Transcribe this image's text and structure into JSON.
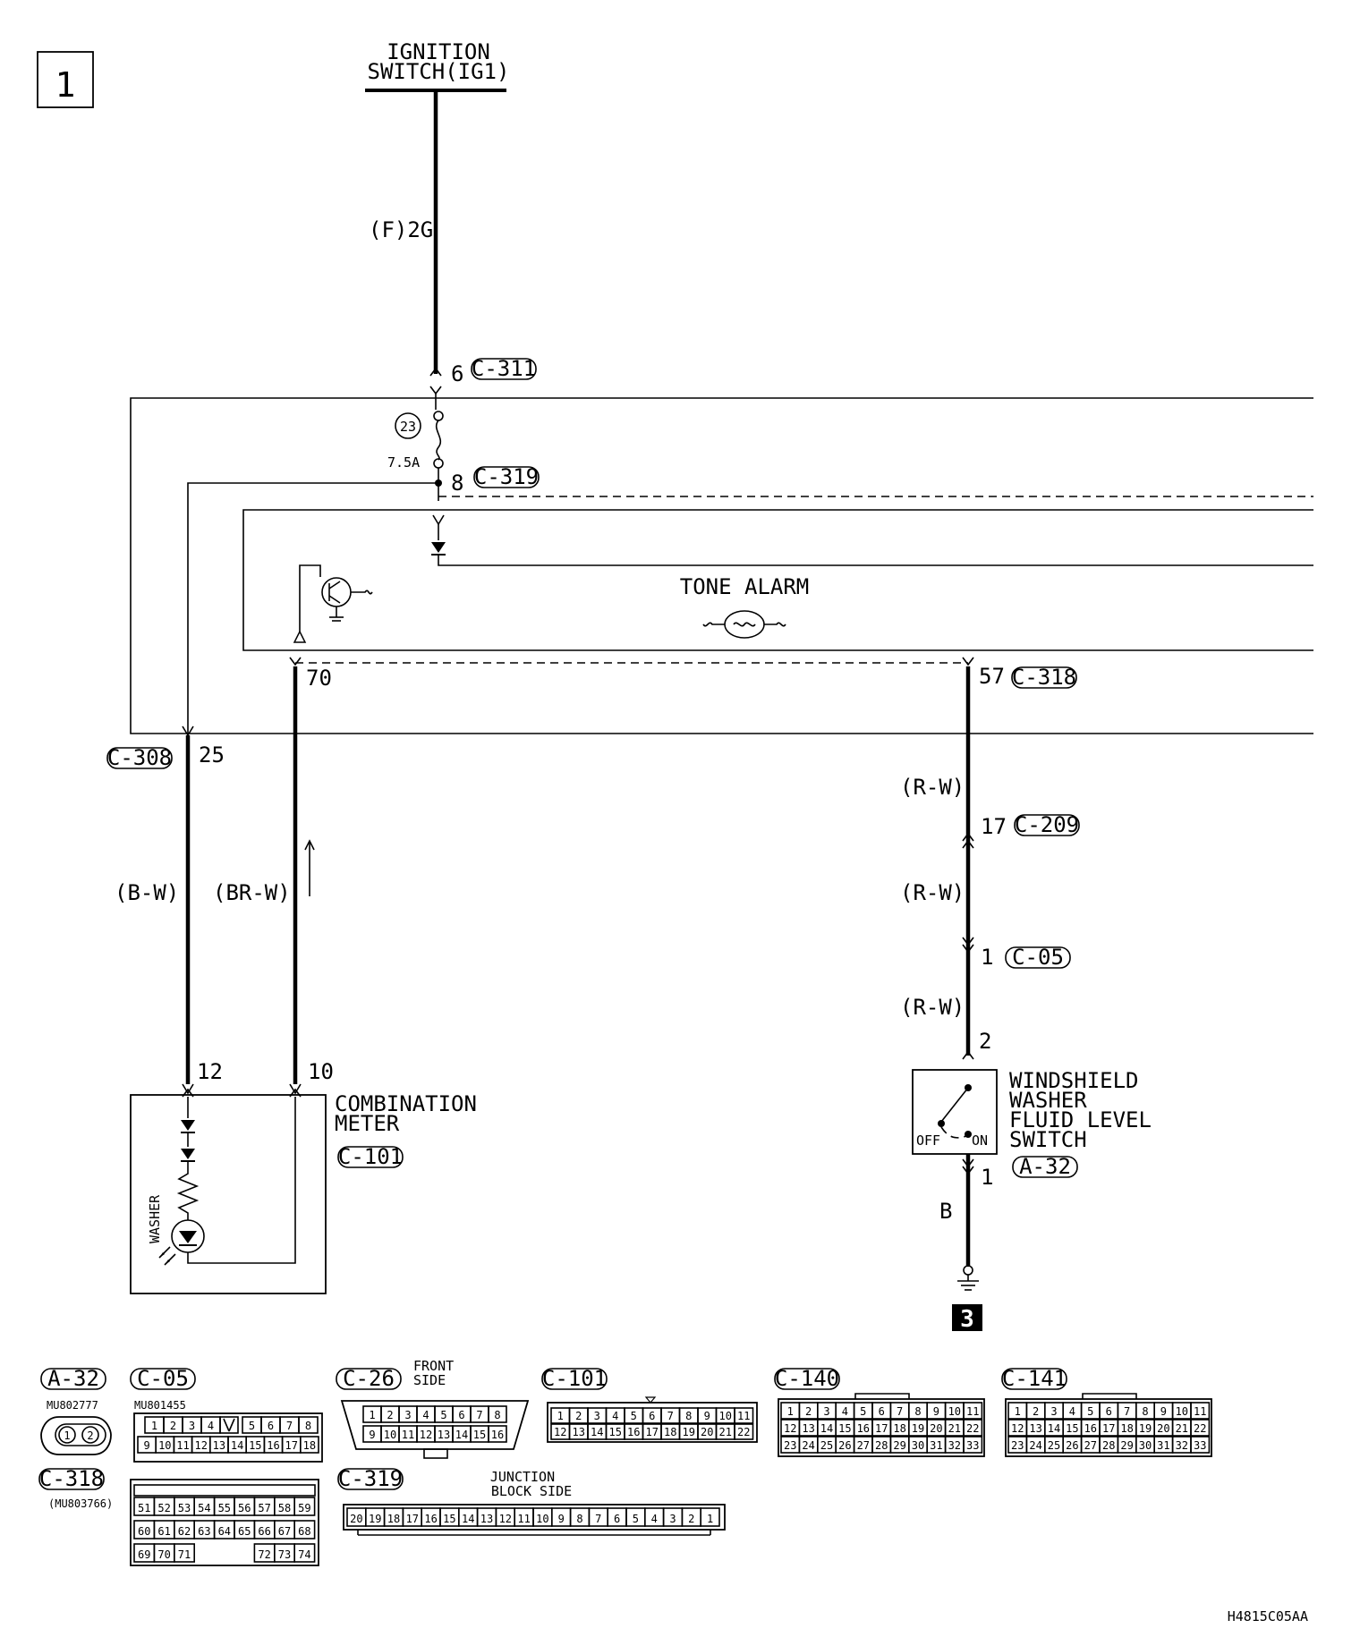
{
  "page_marker": "1",
  "reference_code": "H4815C05AA",
  "ground_marker": "3",
  "ignition_switch": {
    "line1": "IGNITION",
    "line2": "SWITCH(IG1)"
  },
  "wire_codes": {
    "ignition_feed": "(F)2G",
    "meter_feed": "(B-W)",
    "meter_signal": "(BR-W)",
    "switch_upper": "(R-W)",
    "switch_middle": "(R-W)",
    "switch_lower": "(R-W)",
    "ground": "B"
  },
  "fuse": {
    "number": "23",
    "rating": "7.5A"
  },
  "tone_alarm": "TONE ALARM",
  "connector_tags": [
    {
      "id": "c311",
      "label": "C-311",
      "pin": "6"
    },
    {
      "id": "c319",
      "label": "C-319",
      "pin": "8"
    },
    {
      "id": "c318",
      "label": "C-318",
      "pin": "57"
    },
    {
      "id": "c308",
      "label": "C-308",
      "pin": "25"
    },
    {
      "id": "c209",
      "label": "C-209",
      "pin": "17"
    },
    {
      "id": "c05",
      "label": "C-05",
      "pin": "1"
    },
    {
      "id": "a32",
      "label": "A-32",
      "pin": "1"
    }
  ],
  "pins": {
    "bcm_70": "70",
    "meter_12": "12",
    "meter_10": "10",
    "switch_2": "2"
  },
  "combination_meter": {
    "line1": "COMBINATION",
    "line2": "METER",
    "connector": "C-101",
    "indicator": "WASHER"
  },
  "washer_switch": {
    "line1": "WINDSHIELD",
    "line2": "WASHER",
    "line3": "FLUID LEVEL",
    "line4": "SWITCH",
    "off": "OFF",
    "on": "ON"
  },
  "connector_views": {
    "a32": {
      "label": "A-32",
      "part": "MU802777",
      "pins": [
        "1",
        "2"
      ]
    },
    "c05": {
      "label": "C-05",
      "part": "MU801455",
      "row1_left": [
        "1",
        "2",
        "3",
        "4"
      ],
      "row1_right": [
        "5",
        "6",
        "7",
        "8"
      ],
      "row2": [
        "9",
        "10",
        "11",
        "12",
        "13",
        "14",
        "15",
        "16",
        "17",
        "18"
      ]
    },
    "c26": {
      "label": "C-26",
      "note_line1": "FRONT",
      "note_line2": "SIDE",
      "row1": [
        "1",
        "2",
        "3",
        "4",
        "5",
        "6",
        "7",
        "8"
      ],
      "row2": [
        "9",
        "10",
        "11",
        "12",
        "13",
        "14",
        "15",
        "16"
      ]
    },
    "c101": {
      "label": "C-101",
      "row1": [
        "1",
        "2",
        "3",
        "4",
        "5",
        "6",
        "7",
        "8",
        "9",
        "10",
        "11"
      ],
      "row2": [
        "12",
        "13",
        "14",
        "15",
        "16",
        "17",
        "18",
        "19",
        "20",
        "21",
        "22"
      ]
    },
    "c140": {
      "label": "C-140",
      "row1": [
        "1",
        "2",
        "3",
        "4",
        "5",
        "6",
        "7",
        "8",
        "9",
        "10",
        "11"
      ],
      "row2": [
        "12",
        "13",
        "14",
        "15",
        "16",
        "17",
        "18",
        "19",
        "20",
        "21",
        "22"
      ],
      "row3": [
        "23",
        "24",
        "25",
        "26",
        "27",
        "28",
        "29",
        "30",
        "31",
        "32",
        "33"
      ]
    },
    "c141": {
      "label": "C-141",
      "row1": [
        "1",
        "2",
        "3",
        "4",
        "5",
        "6",
        "7",
        "8",
        "9",
        "10",
        "11"
      ],
      "row2": [
        "12",
        "13",
        "14",
        "15",
        "16",
        "17",
        "18",
        "19",
        "20",
        "21",
        "22"
      ],
      "row3": [
        "23",
        "24",
        "25",
        "26",
        "27",
        "28",
        "29",
        "30",
        "31",
        "32",
        "33"
      ]
    },
    "c318": {
      "label": "C-318",
      "part": "(MU803766)",
      "row1": [
        "51",
        "52",
        "53",
        "54",
        "55",
        "56",
        "57",
        "58",
        "59"
      ],
      "row2": [
        "60",
        "61",
        "62",
        "63",
        "64",
        "65",
        "66",
        "67",
        "68"
      ],
      "row3_left": [
        "69",
        "70",
        "71"
      ],
      "row3_right": [
        "72",
        "73",
        "74"
      ]
    },
    "c319": {
      "label": "C-319",
      "note_line1": "JUNCTION",
      "note_line2": "BLOCK SIDE",
      "row": [
        "20",
        "19",
        "18",
        "17",
        "16",
        "15",
        "14",
        "13",
        "12",
        "11",
        "10",
        "9",
        "8",
        "7",
        "6",
        "5",
        "4",
        "3",
        "2",
        "1"
      ]
    }
  }
}
